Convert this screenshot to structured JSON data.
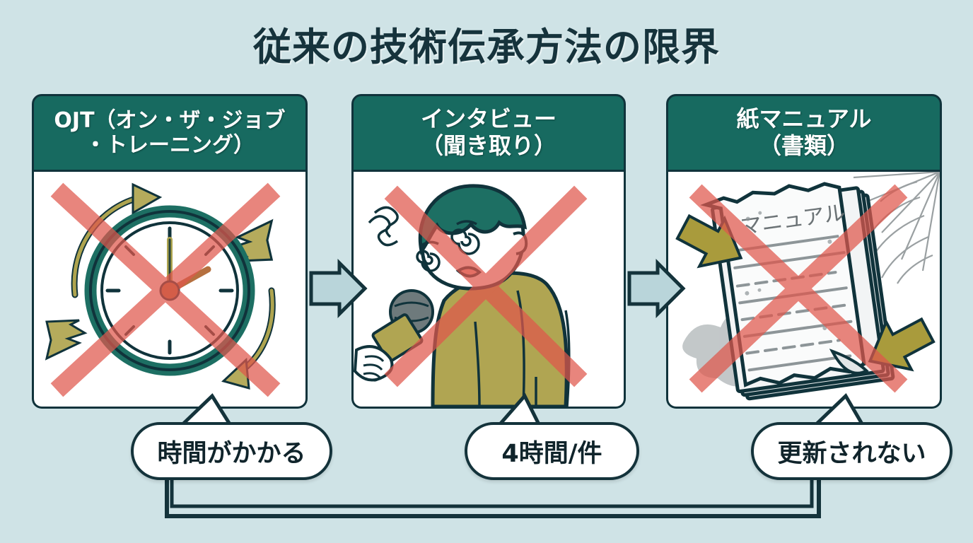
{
  "page": {
    "title": "従来の技術伝承方法の限界",
    "background_color": "#cfe3e6",
    "title_color": "#16333c",
    "header_color": "#176a60",
    "outline_color": "#10333b",
    "cross_color": "#e0675f",
    "accent_olive": "#a9a košt"
  },
  "colors": {
    "background": "#cfe3e6",
    "title": "#16333c",
    "card_header": "#176a60",
    "outline": "#10333b",
    "cross_red": "#e0675f",
    "olive": "#aea44f",
    "teal": "#1d6f63",
    "paper_gray": "#d9dcde",
    "bubble_fill": "#ffffff"
  },
  "cards": [
    {
      "id": "ojt",
      "header": "OJT（オン・ザ・ジョブ\n・トレーニング）",
      "header_line1": "OJT（オン・ザ・ジョブ",
      "header_line2": "・トレーニング）",
      "illustration": "clock-with-circular-arrows-crossed-out",
      "bubble": "時間がかかる"
    },
    {
      "id": "interview",
      "header": "インタビュー\n（聞き取り）",
      "header_line1": "インタビュー",
      "header_line2": "（聞き取り）",
      "illustration": "exhausted-person-with-microphone-crossed-out",
      "bubble": "4時間/件"
    },
    {
      "id": "paper-manual",
      "header": "紙マニュアル\n（書類）",
      "header_line1": "紙マニュアル",
      "header_line2": "（書類）",
      "illustration": "dusty-paper-stack-with-cobweb-crossed-out",
      "illustration_label": "マニュアル",
      "bubble": "更新されない"
    }
  ],
  "connectors": {
    "arrow_1_2": "right-arrow",
    "arrow_2_3": "right-arrow",
    "bottom_bracket": "bracket-joining-bubble-1-and-bubble-3"
  }
}
